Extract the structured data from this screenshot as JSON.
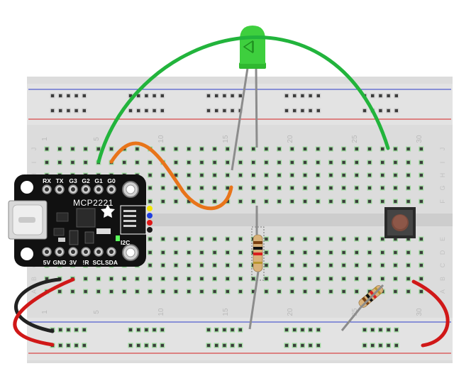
{
  "breadboard": {
    "column_numbers": [
      "1",
      "5",
      "10",
      "15",
      "20",
      "25",
      "30"
    ],
    "top_row_letters": [
      "J",
      "I",
      "H",
      "G",
      "F"
    ],
    "bottom_row_letters": [
      "E",
      "D",
      "C",
      "B",
      "A"
    ]
  },
  "board": {
    "name": "MCP2221",
    "top_pins": [
      "RX",
      "TX",
      "G3",
      "G2",
      "G1",
      "G0"
    ],
    "bottom_pins": [
      "5V",
      "GND",
      "3V",
      "!R",
      "SCL",
      "SDA"
    ],
    "connector_label": "I2C"
  },
  "colors": {
    "wire_green": "#22b43c",
    "wire_orange": "#e8741a",
    "wire_red": "#d01818",
    "wire_black": "#222222",
    "led": "#3ecf3e",
    "pcb": "#111111",
    "rail_blue": "#2c3cc8",
    "rail_red": "#d42020",
    "hole_green": "#3cb44a"
  },
  "icons": [
    "led-icon",
    "resistor-icon",
    "pushbutton-icon",
    "usb-c-connector-icon",
    "stemma-connector-icon"
  ]
}
